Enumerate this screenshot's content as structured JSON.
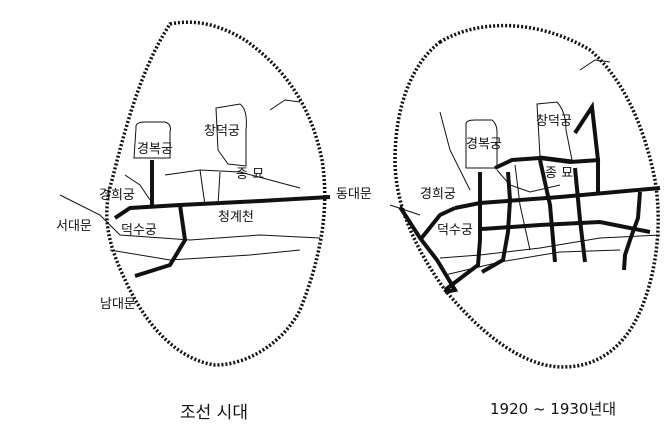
{
  "left_map": {
    "caption": "조선 시대",
    "labels": {
      "gyeongbokgung": "경복궁",
      "changdeokgung": "창덕궁",
      "jongmyo": "종 묘",
      "gyeonghuigung": "경희궁",
      "dongdaemun": "동대문",
      "seodaemun": "서대문",
      "deoksugung": "덕수궁",
      "cheonggyecheon": "청계천",
      "namdaemun": "남대문"
    }
  },
  "right_map": {
    "caption": "1920 ~ 1930년대",
    "labels": {
      "gyeongbokgung": "경복궁",
      "changdeokgung": "창덕궁",
      "jongmyo": "종 묘",
      "gyeonghuigung": "경희궁",
      "deoksugung": "덕수궁"
    }
  }
}
